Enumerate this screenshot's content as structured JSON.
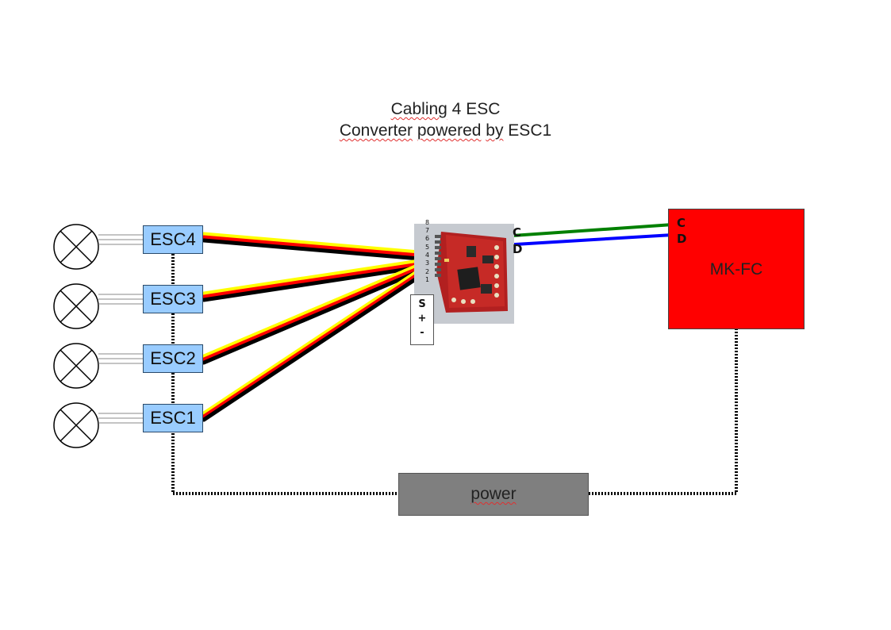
{
  "title": {
    "line1_prefix": "Cabling",
    "line1_rest": " 4 ESC",
    "line2_converter": "Converter",
    "line2_mid": " ",
    "line2_powered": "powered",
    "line2_space": " ",
    "line2_by": "by",
    "line2_rest": " ESC1"
  },
  "escs": [
    {
      "label": "ESC4"
    },
    {
      "label": "ESC3"
    },
    {
      "label": "ESC2"
    },
    {
      "label": "ESC1"
    }
  ],
  "converter": {
    "pins": [
      "8",
      "7",
      "6",
      "5",
      "4",
      "3",
      "2",
      "1"
    ],
    "connector": [
      "S",
      "+",
      "-"
    ],
    "c_label": "C",
    "d_label": "D"
  },
  "flight_controller": {
    "label": "MK-FC",
    "c_label": "C",
    "d_label": "D"
  },
  "power": {
    "label": "power"
  },
  "colors": {
    "esc_fill": "#99ccff",
    "fc_fill": "#ff0000",
    "power_fill": "#7f7f7f",
    "wire_signal": "#ffff00",
    "wire_plus": "#ff0000",
    "wire_minus": "#000000",
    "bus_c": "#008000",
    "bus_d": "#0000ff"
  }
}
